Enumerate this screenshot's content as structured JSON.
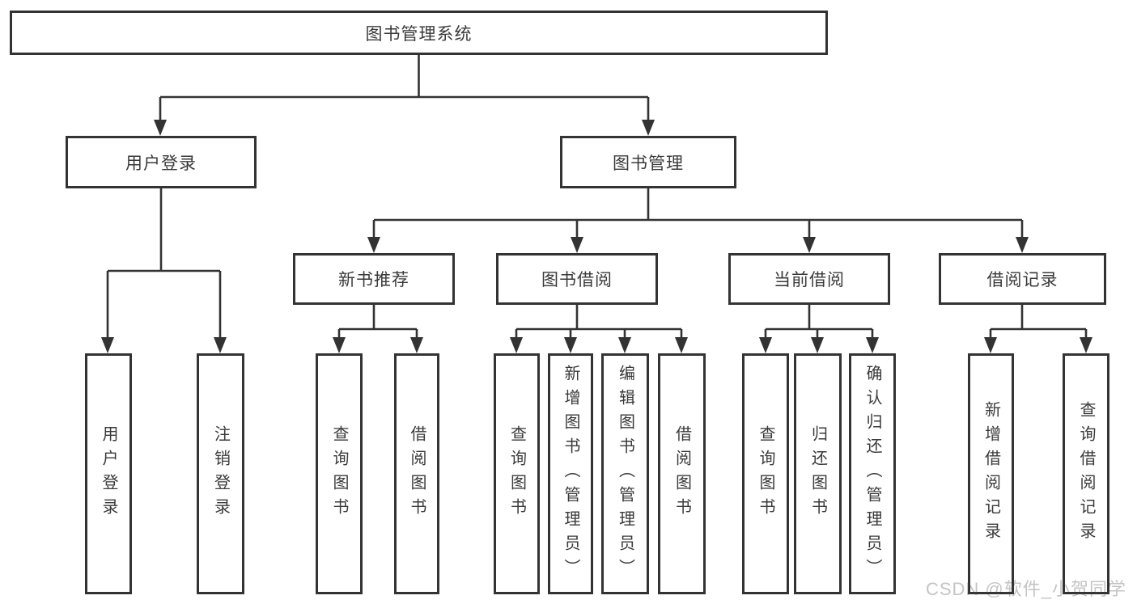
{
  "diagram": {
    "type": "hierarchy",
    "root": {
      "label": "图书管理系统"
    },
    "user_login": {
      "label": "用户登录",
      "children": [
        {
          "label": "用户登录"
        },
        {
          "label": "注销登录"
        }
      ]
    },
    "book_management": {
      "label": "图书管理",
      "sections": [
        {
          "label": "新书推荐",
          "children": [
            {
              "label": "查询图书"
            },
            {
              "label": "借阅图书"
            }
          ]
        },
        {
          "label": "图书借阅",
          "children": [
            {
              "label": "查询图书"
            },
            {
              "label": "新增图书（管理员）"
            },
            {
              "label": "编辑图书（管理员）"
            },
            {
              "label": "借阅图书"
            }
          ]
        },
        {
          "label": "当前借阅",
          "children": [
            {
              "label": "查询图书"
            },
            {
              "label": "归还图书"
            },
            {
              "label": "确认归还（管理员）"
            }
          ]
        },
        {
          "label": "借阅记录",
          "children": [
            {
              "label": "新增借阅记录"
            },
            {
              "label": "查询借阅记录"
            }
          ]
        }
      ]
    },
    "colors": {
      "line": "#333333",
      "box_border": "#333333",
      "text": "#3a3a3a",
      "background": "#ffffff",
      "watermark": "#c4c4c4"
    }
  },
  "watermark": {
    "text": "CSDN @软件_小贺同学"
  }
}
